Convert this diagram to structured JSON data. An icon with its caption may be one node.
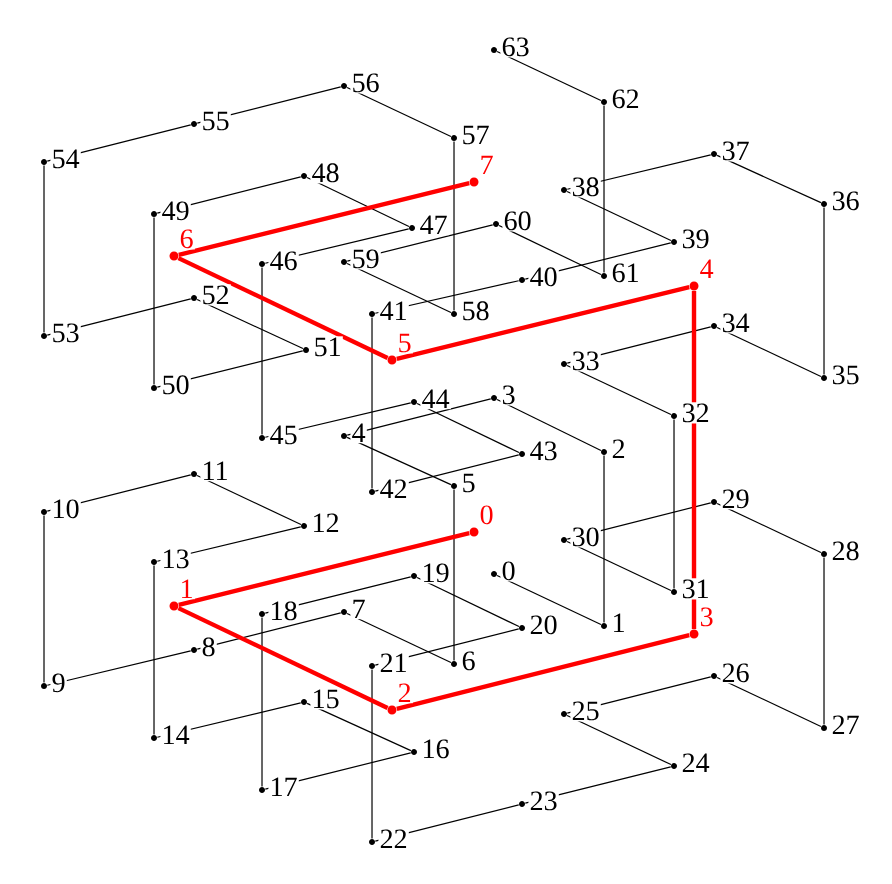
{
  "diagram": {
    "nodes": [
      {
        "text": [],
        "shape": "circle",
        "beside": [
          "0"
        ]
      },
      {
        "text": [],
        "shape": "circle",
        "beside": [
          "1"
        ]
      },
      {
        "text": [],
        "shape": "circle",
        "beside": [
          "2"
        ]
      },
      {
        "text": [],
        "shape": "circle",
        "beside": [
          "3"
        ]
      },
      {
        "text": [],
        "shape": "circle",
        "beside": [
          "4"
        ]
      },
      {
        "text": [],
        "shape": "circle",
        "beside": [
          "5"
        ]
      },
      {
        "text": [],
        "shape": "circle",
        "beside": [
          "6"
        ]
      },
      {
        "text": [],
        "shape": "circle",
        "beside": [
          "7"
        ]
      },
      {
        "text": [],
        "shape": "circle",
        "beside": [
          "8"
        ]
      },
      {
        "text": [],
        "shape": "circle",
        "beside": [
          "9"
        ]
      },
      {
        "text": [],
        "shape": "circle",
        "beside": [
          "10"
        ]
      },
      {
        "text": [],
        "shape": "circle",
        "beside": [
          "11"
        ]
      },
      {
        "text": [],
        "shape": "circle",
        "beside": [
          "12"
        ]
      },
      {
        "text": [],
        "shape": "circle",
        "beside": [
          "13"
        ]
      },
      {
        "text": [],
        "shape": "circle",
        "beside": [
          "14"
        ]
      },
      {
        "text": [],
        "shape": "circle",
        "beside": [
          "15"
        ]
      },
      {
        "text": [],
        "shape": "circle",
        "beside": [
          "16"
        ]
      },
      {
        "text": [],
        "shape": "circle",
        "beside": [
          "17"
        ]
      },
      {
        "text": [],
        "shape": "circle",
        "beside": [
          "18"
        ]
      },
      {
        "text": [],
        "shape": "circle",
        "beside": [
          "19"
        ]
      },
      {
        "text": [],
        "shape": "circle",
        "beside": [
          "20"
        ]
      },
      {
        "text": [],
        "shape": "circle",
        "beside": [
          "21"
        ]
      },
      {
        "text": [],
        "shape": "circle",
        "beside": [
          "22"
        ]
      },
      {
        "text": [],
        "shape": "circle",
        "beside": [
          "23"
        ]
      },
      {
        "text": [],
        "shape": "circle",
        "beside": [
          "24"
        ]
      },
      {
        "text": [],
        "shape": "circle",
        "beside": [
          "25"
        ]
      },
      {
        "text": [],
        "shape": "circle",
        "beside": [
          "26"
        ]
      },
      {
        "text": [],
        "shape": "circle",
        "beside": [
          "27"
        ]
      },
      {
        "text": [],
        "shape": "circle",
        "beside": [
          "28"
        ]
      },
      {
        "text": [],
        "shape": "circle",
        "beside": [
          "29"
        ]
      },
      {
        "text": [],
        "shape": "circle",
        "beside": [
          "30"
        ]
      },
      {
        "text": [],
        "shape": "circle",
        "beside": [
          "31"
        ]
      },
      {
        "text": [],
        "shape": "circle",
        "beside": [
          "32"
        ]
      },
      {
        "text": [],
        "shape": "circle",
        "beside": [
          "33"
        ]
      },
      {
        "text": [],
        "shape": "circle",
        "beside": [
          "34"
        ]
      },
      {
        "text": [],
        "shape": "circle",
        "beside": [
          "35"
        ]
      },
      {
        "text": [],
        "shape": "circle",
        "beside": [
          "36"
        ]
      },
      {
        "text": [],
        "shape": "circle",
        "beside": [
          "37"
        ]
      },
      {
        "text": [],
        "shape": "circle",
        "beside": [
          "38"
        ]
      },
      {
        "text": [],
        "shape": "circle",
        "beside": [
          "39"
        ]
      },
      {
        "text": [],
        "shape": "circle",
        "beside": [
          "40"
        ]
      },
      {
        "text": [],
        "shape": "circle",
        "beside": [
          "41"
        ]
      },
      {
        "text": [],
        "shape": "circle",
        "beside": [
          "42"
        ]
      },
      {
        "text": [],
        "shape": "circle",
        "beside": [
          "43"
        ]
      },
      {
        "text": [],
        "shape": "circle",
        "beside": [
          "44"
        ]
      },
      {
        "text": [],
        "shape": "circle",
        "beside": [
          "45"
        ]
      },
      {
        "text": [],
        "shape": "circle",
        "beside": [
          "46"
        ]
      },
      {
        "text": [],
        "shape": "circle",
        "beside": [
          "47"
        ]
      },
      {
        "text": [],
        "shape": "circle",
        "beside": [
          "48"
        ]
      },
      {
        "text": [],
        "shape": "circle",
        "beside": [
          "49"
        ]
      },
      {
        "text": [],
        "shape": "circle",
        "beside": [
          "50"
        ]
      },
      {
        "text": [],
        "shape": "circle",
        "beside": [
          "51"
        ]
      },
      {
        "text": [],
        "shape": "circle",
        "beside": [
          "52"
        ]
      },
      {
        "text": [],
        "shape": "circle",
        "beside": [
          "53"
        ]
      },
      {
        "text": [],
        "shape": "circle",
        "beside": [
          "54"
        ]
      },
      {
        "text": [],
        "shape": "circle",
        "beside": [
          "55"
        ]
      },
      {
        "text": [],
        "shape": "circle",
        "beside": [
          "56"
        ]
      },
      {
        "text": [],
        "shape": "circle",
        "beside": [
          "57"
        ]
      },
      {
        "text": [],
        "shape": "circle",
        "beside": [
          "58"
        ]
      },
      {
        "text": [],
        "shape": "circle",
        "beside": [
          "59"
        ]
      },
      {
        "text": [],
        "shape": "circle",
        "beside": [
          "60"
        ]
      },
      {
        "text": [],
        "shape": "circle",
        "beside": [
          "61"
        ]
      },
      {
        "text": [],
        "shape": "circle",
        "beside": [
          "62"
        ]
      },
      {
        "text": [],
        "shape": "circle",
        "beside": [
          "63"
        ]
      },
      {
        "text": [],
        "shape": "circle",
        "beside": [
          "0"
        ]
      },
      {
        "text": [],
        "shape": "circle",
        "beside": [
          "1"
        ]
      },
      {
        "text": [],
        "shape": "circle",
        "beside": [
          "2"
        ]
      },
      {
        "text": [],
        "shape": "circle",
        "beside": [
          "3"
        ]
      },
      {
        "text": [],
        "shape": "circle",
        "beside": [
          "4"
        ]
      },
      {
        "text": [],
        "shape": "circle",
        "beside": [
          "5"
        ]
      },
      {
        "text": [],
        "shape": "circle",
        "beside": [
          "6"
        ]
      },
      {
        "text": [],
        "shape": "circle",
        "beside": [
          "7"
        ]
      }
    ],
    "edges": [
      {
        "from": 0,
        "to": 1,
        "arrow": "none"
      },
      {
        "from": 1,
        "to": 2,
        "arrow": "none"
      },
      {
        "from": 2,
        "to": 3,
        "arrow": "none"
      },
      {
        "from": 3,
        "to": 4,
        "arrow": "none"
      },
      {
        "from": 4,
        "to": 5,
        "arrow": "none"
      },
      {
        "from": 5,
        "to": 6,
        "arrow": "none"
      },
      {
        "from": 6,
        "to": 7,
        "arrow": "none"
      },
      {
        "from": 7,
        "to": 8,
        "arrow": "none"
      },
      {
        "from": 8,
        "to": 9,
        "arrow": "none"
      },
      {
        "from": 9,
        "to": 10,
        "arrow": "none"
      },
      {
        "from": 10,
        "to": 11,
        "arrow": "none"
      },
      {
        "from": 11,
        "to": 12,
        "arrow": "none"
      },
      {
        "from": 12,
        "to": 13,
        "arrow": "none"
      },
      {
        "from": 13,
        "to": 14,
        "arrow": "none"
      },
      {
        "from": 14,
        "to": 15,
        "arrow": "none"
      },
      {
        "from": 15,
        "to": 16,
        "arrow": "none"
      },
      {
        "from": 16,
        "to": 17,
        "arrow": "none"
      },
      {
        "from": 17,
        "to": 18,
        "arrow": "none"
      },
      {
        "from": 18,
        "to": 19,
        "arrow": "none"
      },
      {
        "from": 19,
        "to": 20,
        "arrow": "none"
      },
      {
        "from": 20,
        "to": 21,
        "arrow": "none"
      },
      {
        "from": 21,
        "to": 22,
        "arrow": "none"
      },
      {
        "from": 22,
        "to": 23,
        "arrow": "none"
      },
      {
        "from": 23,
        "to": 24,
        "arrow": "none"
      },
      {
        "from": 24,
        "to": 25,
        "arrow": "none"
      },
      {
        "from": 25,
        "to": 26,
        "arrow": "none"
      },
      {
        "from": 26,
        "to": 27,
        "arrow": "none"
      },
      {
        "from": 27,
        "to": 28,
        "arrow": "none"
      },
      {
        "from": 28,
        "to": 29,
        "arrow": "none"
      },
      {
        "from": 29,
        "to": 30,
        "arrow": "none"
      },
      {
        "from": 30,
        "to": 31,
        "arrow": "none"
      },
      {
        "from": 31,
        "to": 32,
        "arrow": "none"
      },
      {
        "from": 32,
        "to": 33,
        "arrow": "none"
      },
      {
        "from": 33,
        "to": 34,
        "arrow": "none"
      },
      {
        "from": 34,
        "to": 35,
        "arrow": "none"
      },
      {
        "from": 35,
        "to": 36,
        "arrow": "none"
      },
      {
        "from": 36,
        "to": 37,
        "arrow": "none"
      },
      {
        "from": 37,
        "to": 38,
        "arrow": "none"
      },
      {
        "from": 38,
        "to": 39,
        "arrow": "none"
      },
      {
        "from": 39,
        "to": 40,
        "arrow": "none"
      },
      {
        "from": 40,
        "to": 41,
        "arrow": "none"
      },
      {
        "from": 41,
        "to": 42,
        "arrow": "none"
      },
      {
        "from": 42,
        "to": 43,
        "arrow": "none"
      },
      {
        "from": 43,
        "to": 44,
        "arrow": "none"
      },
      {
        "from": 44,
        "to": 45,
        "arrow": "none"
      },
      {
        "from": 45,
        "to": 46,
        "arrow": "none"
      },
      {
        "from": 46,
        "to": 47,
        "arrow": "none"
      },
      {
        "from": 47,
        "to": 48,
        "arrow": "none"
      },
      {
        "from": 48,
        "to": 49,
        "arrow": "none"
      },
      {
        "from": 49,
        "to": 50,
        "arrow": "none"
      },
      {
        "from": 50,
        "to": 51,
        "arrow": "none"
      },
      {
        "from": 51,
        "to": 52,
        "arrow": "none"
      },
      {
        "from": 52,
        "to": 53,
        "arrow": "none"
      },
      {
        "from": 53,
        "to": 54,
        "arrow": "none"
      },
      {
        "from": 54,
        "to": 55,
        "arrow": "none"
      },
      {
        "from": 55,
        "to": 56,
        "arrow": "none"
      },
      {
        "from": 56,
        "to": 57,
        "arrow": "none"
      },
      {
        "from": 57,
        "to": 58,
        "arrow": "none"
      },
      {
        "from": 58,
        "to": 59,
        "arrow": "none"
      },
      {
        "from": 59,
        "to": 60,
        "arrow": "none"
      },
      {
        "from": 60,
        "to": 61,
        "arrow": "none"
      },
      {
        "from": 61,
        "to": 62,
        "arrow": "none"
      },
      {
        "from": 62,
        "to": 63,
        "arrow": "none"
      },
      {
        "from": 64,
        "to": 65,
        "arrow": "none",
        "style": "thick",
        "color": "#ff0000"
      },
      {
        "from": 65,
        "to": 66,
        "arrow": "none",
        "style": "thick",
        "color": "#ff0000"
      },
      {
        "from": 66,
        "to": 67,
        "arrow": "none",
        "style": "thick",
        "color": "#ff0000"
      },
      {
        "from": 67,
        "to": 68,
        "arrow": "none",
        "style": "thick",
        "color": "#ff0000"
      },
      {
        "from": 68,
        "to": 69,
        "arrow": "none",
        "style": "thick",
        "color": "#ff0000"
      },
      {
        "from": 69,
        "to": 70,
        "arrow": "none",
        "style": "thick",
        "color": "#ff0000"
      },
      {
        "from": 70,
        "to": 71,
        "arrow": "none",
        "style": "thick",
        "color": "#ff0000"
      }
    ]
  }
}
